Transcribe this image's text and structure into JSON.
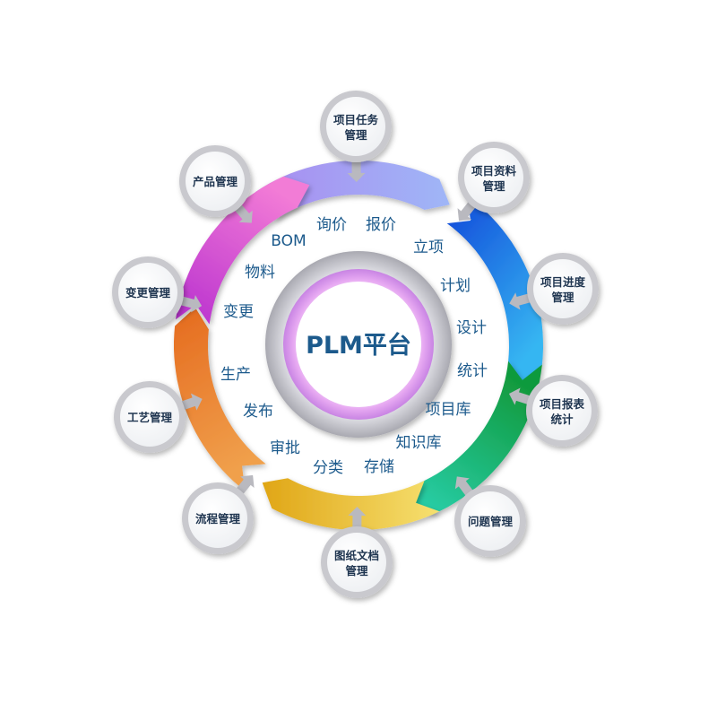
{
  "center": {
    "label": "PLM平台"
  },
  "modules": [
    {
      "id": "project-task",
      "lines": [
        "项目任务",
        "管理"
      ]
    },
    {
      "id": "project-data",
      "lines": [
        "项目资料",
        "管理"
      ]
    },
    {
      "id": "project-progress",
      "lines": [
        "项目进度",
        "管理"
      ]
    },
    {
      "id": "project-report",
      "lines": [
        "项目报表",
        "统计"
      ]
    },
    {
      "id": "issue",
      "lines": [
        "问题管理"
      ]
    },
    {
      "id": "drawing-doc",
      "lines": [
        "图纸文档",
        "管理"
      ]
    },
    {
      "id": "workflow",
      "lines": [
        "流程管理"
      ]
    },
    {
      "id": "process",
      "lines": [
        "工艺管理"
      ]
    },
    {
      "id": "change",
      "lines": [
        "变更管理"
      ]
    },
    {
      "id": "product",
      "lines": [
        "产品管理"
      ]
    }
  ],
  "functions": [
    "询价",
    "报价",
    "立项",
    "计划",
    "设计",
    "统计",
    "项目库",
    "知识库",
    "存储",
    "分类",
    "审批",
    "发布",
    "生产",
    "变更",
    "物料",
    "BOM"
  ],
  "colors": {
    "text": "#1c5a8c",
    "arc_top": [
      "#a98cf0",
      "#9fb6f7"
    ],
    "arc_upper_right": [
      "#1147d9",
      "#36b6f2"
    ],
    "arc_lower_right": [
      "#119a3d",
      "#2ad2b0"
    ],
    "arc_bottom": [
      "#f6e070",
      "#e0a616"
    ],
    "arc_lower_left": [
      "#f0a04c",
      "#e56a1e"
    ],
    "arc_upper_left": [
      "#b72fcf",
      "#f27bd6"
    ],
    "center_ring": [
      "#dc8ff0",
      "#ffffff"
    ]
  }
}
